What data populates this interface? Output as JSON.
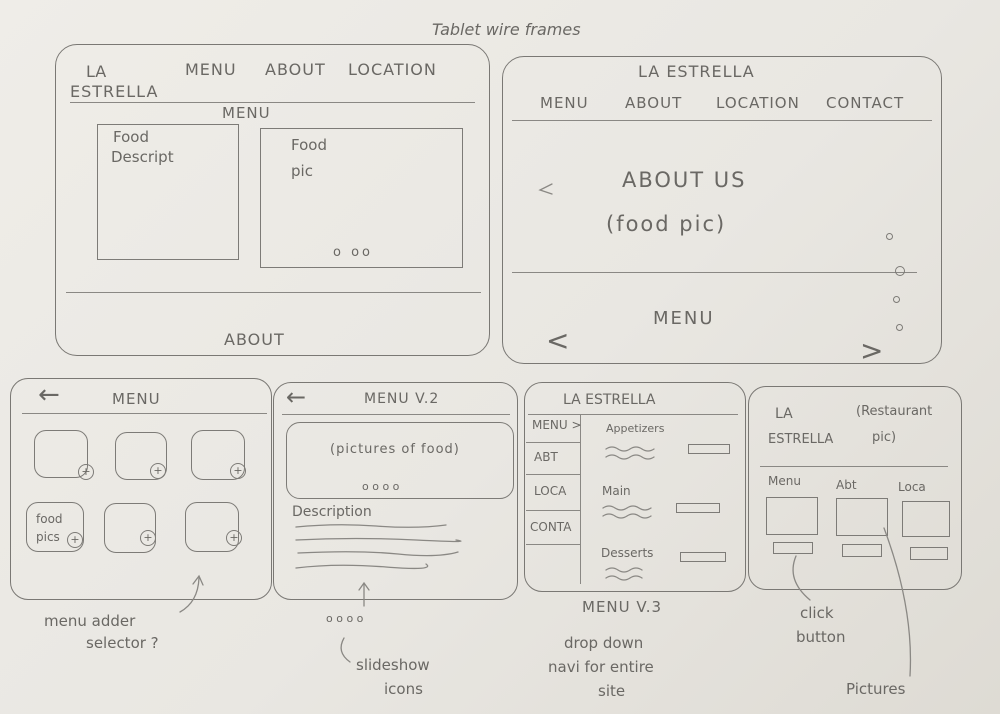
{
  "page_title": "Tablet wire frames",
  "frame_menu_v1": {
    "logo_line1": "LA",
    "logo_line2": "ESTRELLA",
    "nav": [
      "MENU",
      "ABOUT",
      "LOCATION"
    ],
    "section_title": "MENU",
    "left_panel_line1": "Food",
    "left_panel_line2": "Descript",
    "right_panel_line1": "Food",
    "right_panel_line2": "pic",
    "slideshow_dots": "o oo",
    "footer_label": "ABOUT"
  },
  "frame_about": {
    "logo": "LA ESTRELLA",
    "nav": [
      "MENU",
      "ABOUT",
      "LOCATION",
      "CONTACT"
    ],
    "heading": "ABOUT US",
    "subheading": "(food pic)",
    "footer_label": "MENU",
    "prev_arrow": "<",
    "next_arrow": ">"
  },
  "frame_menu_adder": {
    "back_arrow": "←",
    "title": "MENU",
    "item_label_line1": "food",
    "item_label_line2": "pics",
    "plus_symbol": "+",
    "annotation_line1": "menu adder",
    "annotation_line2": "selector ?"
  },
  "frame_menu_v2": {
    "back_arrow": "←",
    "title": "MENU V.2",
    "slideshow_text": "(pictures of food)",
    "slideshow_dots": "o o o o",
    "description_label": "Description",
    "annotation_dots": "o o o o",
    "annotation_line1": "slideshow",
    "annotation_line2": "icons"
  },
  "frame_menu_v3": {
    "logo": "LA ESTRELLA",
    "side_nav": [
      "MENU >",
      "ABT",
      "LOCA",
      "CONTA"
    ],
    "categories": [
      "Appetizers",
      "Main",
      "Desserts"
    ],
    "caption": "MENU V.3",
    "annotation_line1": "drop down",
    "annotation_line2": "navi for entire",
    "annotation_line3": "site"
  },
  "frame_home": {
    "logo_line1": "LA",
    "logo_line2": "ESTRELLA",
    "hero_line1": "(Restaurant",
    "hero_line2": "pic)",
    "columns": [
      "Menu",
      "Abt",
      "Loca"
    ],
    "annotation_click_line1": "click",
    "annotation_click_line2": "button",
    "annotation_pictures": "Pictures"
  }
}
